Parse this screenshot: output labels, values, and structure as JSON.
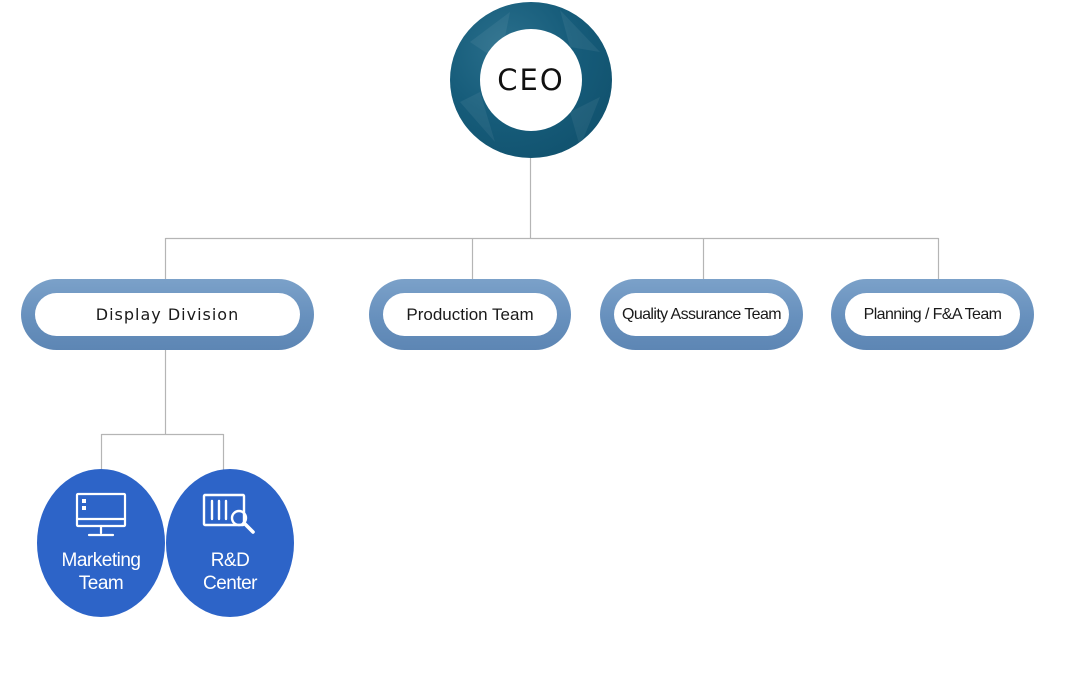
{
  "ceo": {
    "label": "CEO"
  },
  "departments": [
    {
      "id": "display",
      "label": "Display Division"
    },
    {
      "id": "production",
      "label": "Production Team"
    },
    {
      "id": "qa",
      "label": "Quality Assurance Team"
    },
    {
      "id": "planning",
      "label": "Planning / F&A Team"
    }
  ],
  "display_division_units": [
    {
      "id": "marketing",
      "line1": "Marketing",
      "line2": "Team",
      "icon": "monitor-icon"
    },
    {
      "id": "rnd",
      "line1": "R&D",
      "line2": "Center",
      "icon": "lab-search-icon"
    }
  ],
  "colors": {
    "ceo_ring": "#165c7a",
    "department_ring": "#6790bd",
    "unit_fill": "#2d64c8",
    "connector": "#b5b5b5"
  }
}
